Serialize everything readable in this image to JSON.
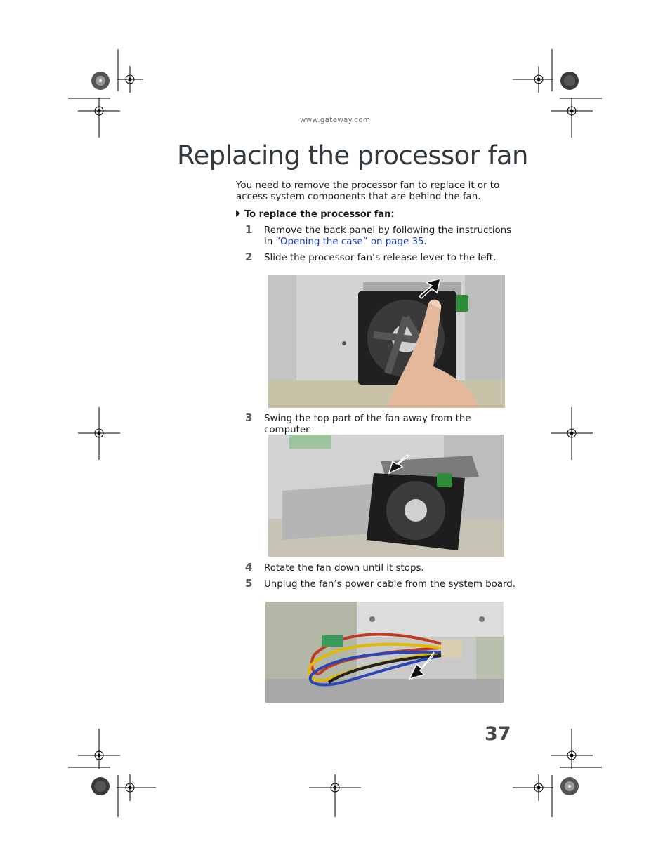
{
  "header": {
    "url": "www.gateway.com"
  },
  "page_title": "Replacing the processor fan",
  "intro": "You need to remove the processor fan to replace it or to access system components that are behind the fan.",
  "procedure": {
    "title": "To replace the processor fan:",
    "steps": [
      {
        "num": "1",
        "text_before": "Remove the back panel by following the instructions in ",
        "link": "“Opening the case” on page 35",
        "text_after": "."
      },
      {
        "num": "2",
        "text": "Slide the processor fan’s release lever to the left."
      },
      {
        "num": "3",
        "text": "Swing the top part of the fan away from the computer."
      },
      {
        "num": "4",
        "text": "Rotate the fan down until it stops."
      },
      {
        "num": "5",
        "text": "Unplug the fan’s power cable from the system board."
      }
    ]
  },
  "page_number": "37",
  "colors": {
    "link": "#1a3cc8",
    "title": "#333a3f",
    "lever": "#2e8b3a"
  },
  "icons": [
    "procedure-arrow-icon",
    "registration-mark-icon",
    "color-target-icon"
  ]
}
